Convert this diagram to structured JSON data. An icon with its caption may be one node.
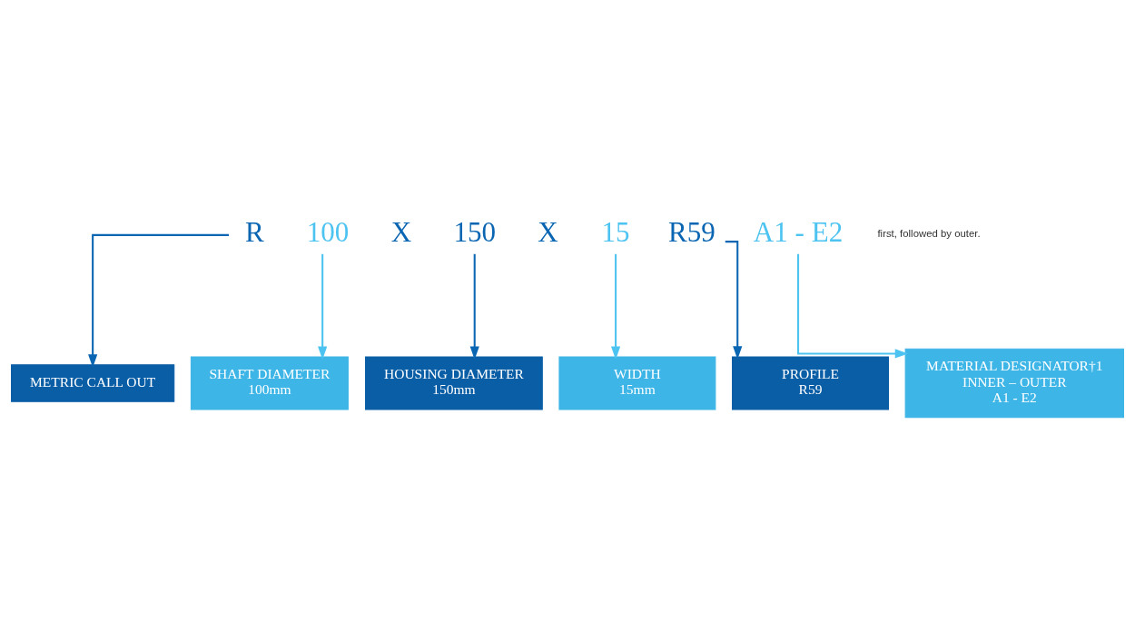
{
  "diagram": {
    "nodes": [
      {
        "text": [
          "R"
        ]
      },
      {
        "text": [
          "100"
        ]
      },
      {
        "text": [
          "150"
        ]
      },
      {
        "text": [
          "15"
        ]
      },
      {
        "text": [
          "R59"
        ]
      },
      {
        "text": [
          "A1 - E2"
        ]
      },
      {
        "text": [
          "MATERIAL DESIGNATOR†1",
          "INNER – OUTER",
          "A1 - E2"
        ]
      },
      {
        "text": [
          "PROFILE",
          "R59"
        ]
      },
      {
        "text": [
          "WIDTH",
          "15mm"
        ]
      },
      {
        "text": [
          "HOUSING DIAMETER",
          "150mm"
        ]
      },
      {
        "text": [
          "SHAFT DIAMETER",
          "100mm"
        ]
      },
      {
        "text": [
          "METRIC CALL OUT"
        ]
      }
    ],
    "edges": [
      {
        "from": 5,
        "to": 6,
        "arrow": "to",
        "color": "#4cc3f0"
      },
      {
        "from": 4,
        "to": 7,
        "arrow": "to",
        "color": "#0a66b2"
      },
      {
        "from": 3,
        "to": 8,
        "arrow": "to",
        "color": "#4cc3f0"
      },
      {
        "from": 2,
        "to": 9,
        "arrow": "to",
        "color": "#0a66b2"
      },
      {
        "from": 1,
        "to": 10,
        "arrow": "to",
        "color": "#4cc3f0"
      },
      {
        "from": 0,
        "to": 11,
        "arrow": "to",
        "color": "#0a66b2"
      }
    ],
    "labels": [
      "first, followed by outer.",
      "X",
      "X"
    ]
  }
}
